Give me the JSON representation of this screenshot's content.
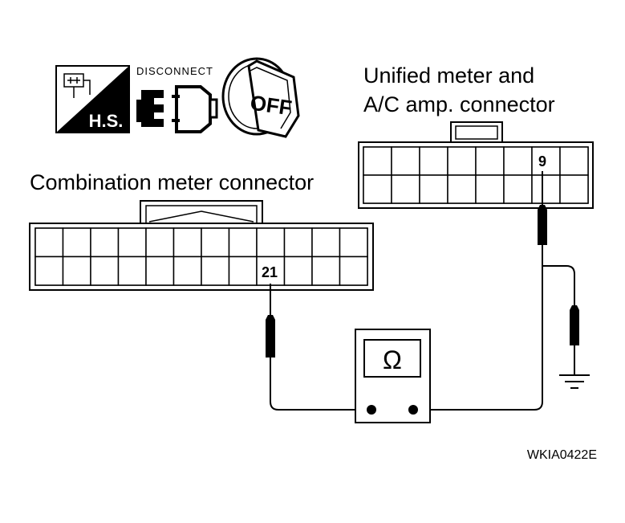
{
  "icons": {
    "hs_label": "H.S.",
    "disconnect_label": "DISCONNECT",
    "ignition_label": "OFF"
  },
  "unified_connector": {
    "title_line1": "Unified meter and",
    "title_line2": "A/C amp. connector",
    "pin": "9"
  },
  "combination_connector": {
    "title": "Combination meter connector",
    "pin": "21"
  },
  "meter": {
    "symbol": "Ω"
  },
  "figure_code": "WKIA0422E"
}
